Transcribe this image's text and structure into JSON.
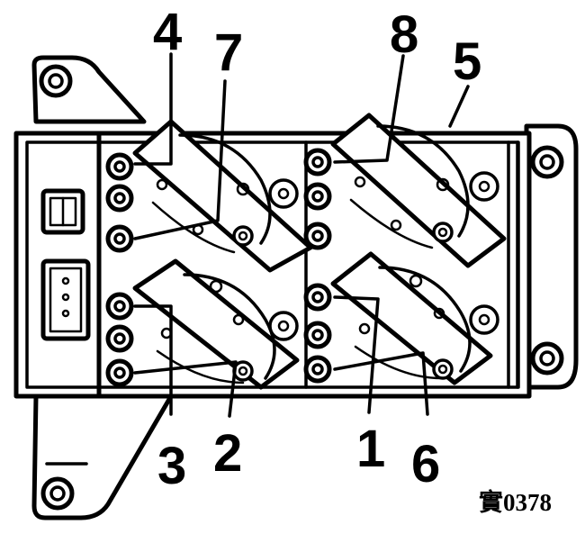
{
  "diagram": {
    "code_label": "實0378",
    "leaders": [
      {
        "label": "4"
      },
      {
        "label": "7"
      },
      {
        "label": "8"
      },
      {
        "label": "5"
      },
      {
        "label": "3"
      },
      {
        "label": "2"
      },
      {
        "label": "1"
      },
      {
        "label": "6"
      }
    ]
  }
}
